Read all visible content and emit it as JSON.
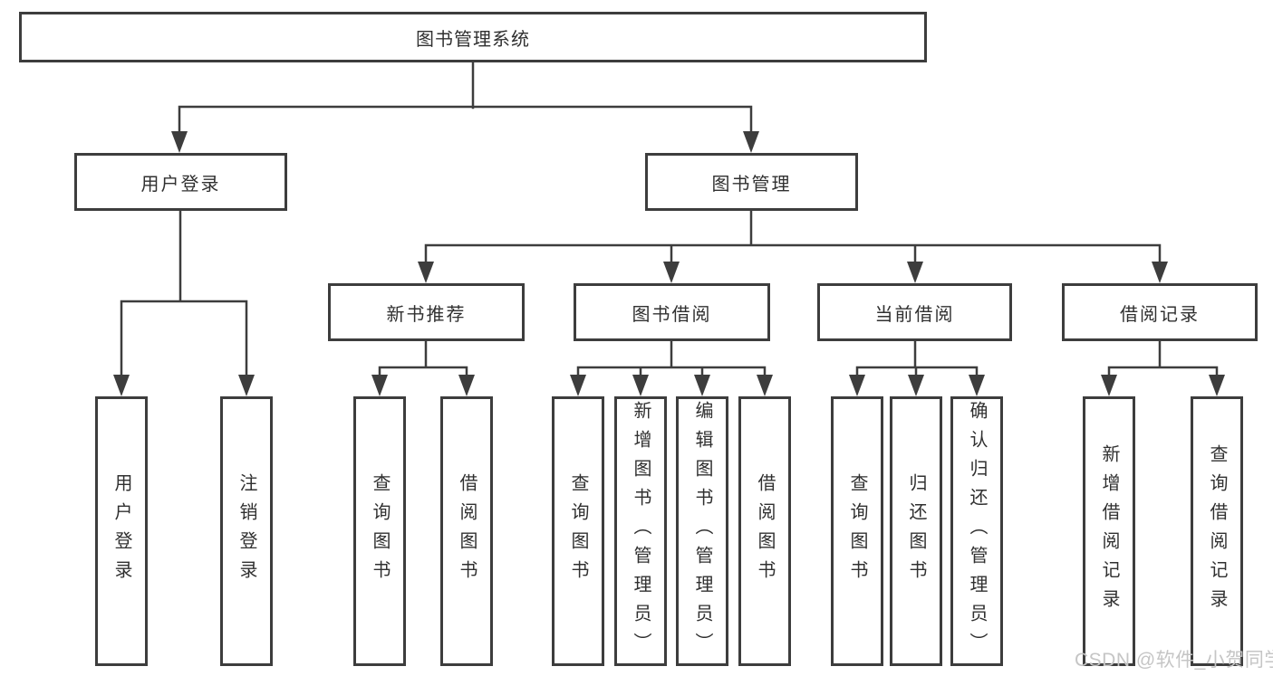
{
  "diagram": {
    "root": {
      "label": "图书管理系统"
    },
    "level1": [
      {
        "label": "用户登录"
      },
      {
        "label": "图书管理"
      }
    ],
    "level2": [
      {
        "label": "新书推荐"
      },
      {
        "label": "图书借阅"
      },
      {
        "label": "当前借阅"
      },
      {
        "label": "借阅记录"
      }
    ],
    "leaves": {
      "user_login": [
        "用户登录",
        "注销登录"
      ],
      "new_books": [
        "查询图书",
        "借阅图书"
      ],
      "book_borrow": [
        "查询图书",
        "新增图书（管理员）",
        "编辑图书（管理员）",
        "借阅图书"
      ],
      "current_borrow": [
        "查询图书",
        "归还图书",
        "确认归还（管理员）"
      ],
      "borrow_records": [
        "新增借阅记录",
        "查询借阅记录"
      ]
    }
  },
  "watermark": {
    "text": "CSDN @软件_小贺同学"
  },
  "colors": {
    "line": "#3d3d3d",
    "text": "#303030",
    "watermark": "#c5c5c5",
    "background": "#ffffff"
  }
}
